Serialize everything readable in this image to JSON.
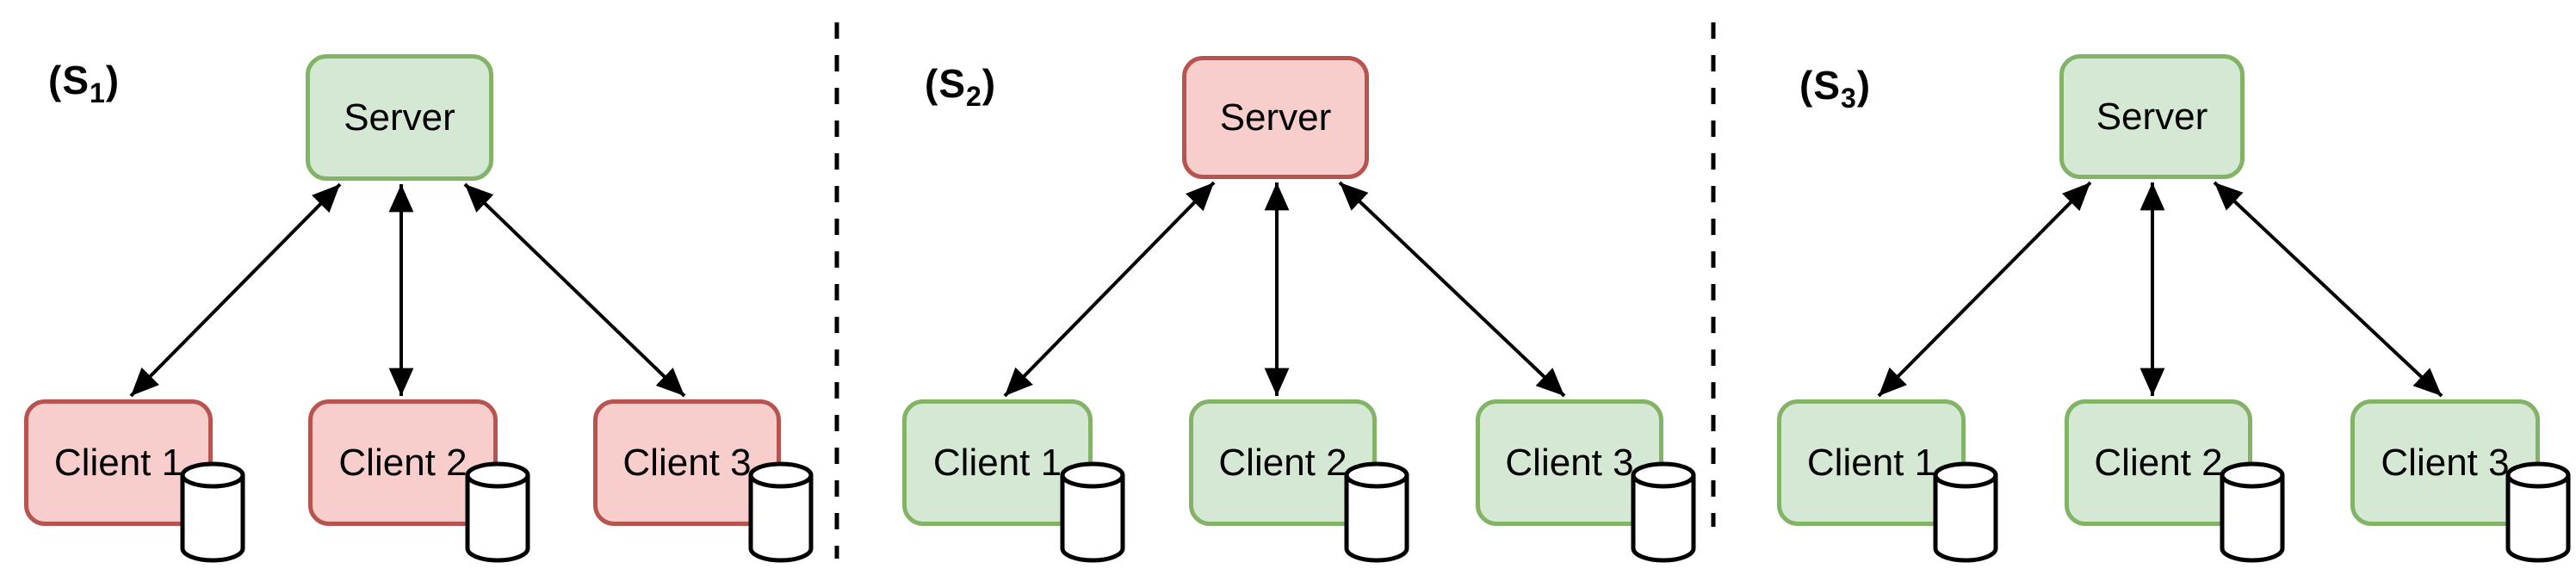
{
  "colors": {
    "green_fill": "#d5e8d4",
    "green_stroke": "#82b366",
    "red_fill": "#f8cecc",
    "red_stroke": "#b85450",
    "line": "#000000",
    "background": "#ffffff"
  },
  "icons": {
    "client_storage": "database-cylinder"
  },
  "panels": [
    {
      "label": {
        "prefix": "(S",
        "sub": "1",
        "suffix": ")"
      },
      "server": {
        "label": "Server",
        "color": "green"
      },
      "clients": [
        {
          "label": "Client 1",
          "color": "red"
        },
        {
          "label": "Client 2",
          "color": "red"
        },
        {
          "label": "Client 3",
          "color": "red"
        }
      ]
    },
    {
      "label": {
        "prefix": "(S",
        "sub": "2",
        "suffix": ")"
      },
      "server": {
        "label": "Server",
        "color": "red"
      },
      "clients": [
        {
          "label": "Client 1",
          "color": "green"
        },
        {
          "label": "Client 2",
          "color": "green"
        },
        {
          "label": "Client 3",
          "color": "green"
        }
      ]
    },
    {
      "label": {
        "prefix": "(S",
        "sub": "3",
        "suffix": ")"
      },
      "server": {
        "label": "Server",
        "color": "green"
      },
      "clients": [
        {
          "label": "Client 1",
          "color": "green"
        },
        {
          "label": "Client 2",
          "color": "green"
        },
        {
          "label": "Client 3",
          "color": "green"
        }
      ]
    }
  ]
}
